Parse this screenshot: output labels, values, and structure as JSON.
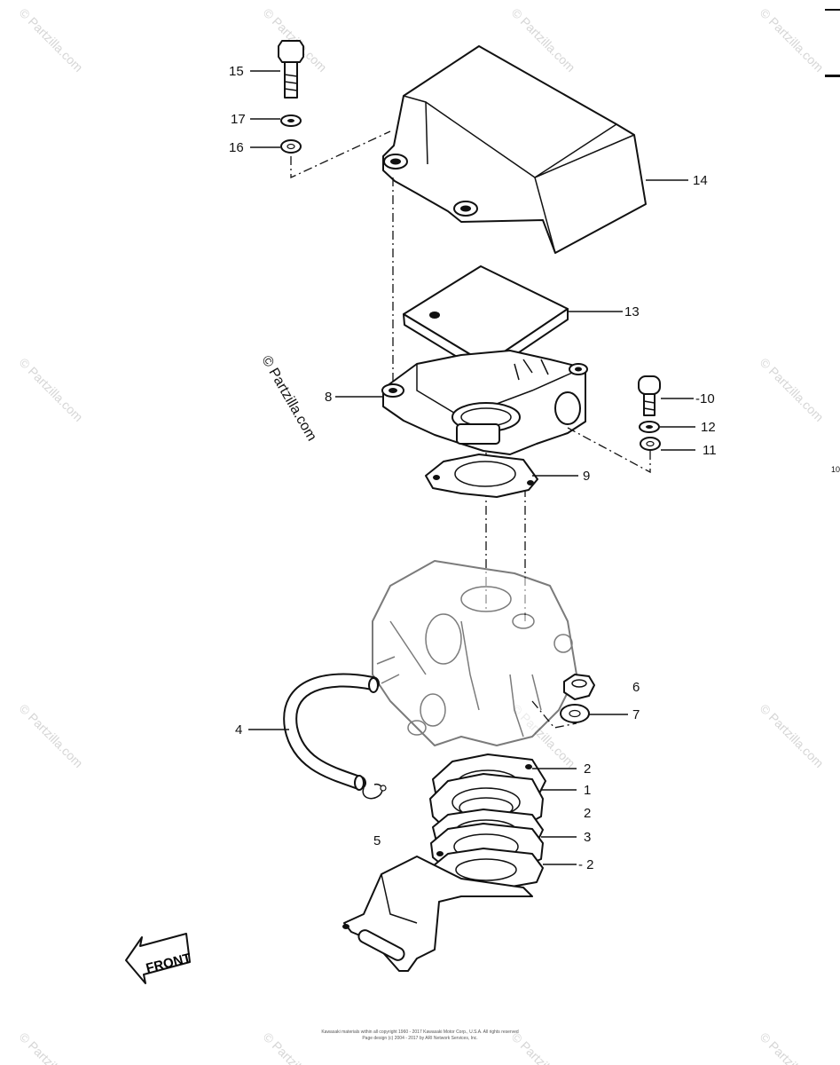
{
  "diagram": {
    "callouts": [
      {
        "id": "c15",
        "label": "15"
      },
      {
        "id": "c17",
        "label": "17"
      },
      {
        "id": "c16",
        "label": "16"
      },
      {
        "id": "c14",
        "label": "14"
      },
      {
        "id": "c13",
        "label": "13"
      },
      {
        "id": "c8",
        "label": "8"
      },
      {
        "id": "c10",
        "label": "-10"
      },
      {
        "id": "c12",
        "label": "12"
      },
      {
        "id": "c11",
        "label": "11"
      },
      {
        "id": "c9",
        "label": "9"
      },
      {
        "id": "c6",
        "label": "6"
      },
      {
        "id": "c7",
        "label": "7"
      },
      {
        "id": "c4",
        "label": "4"
      },
      {
        "id": "c2a",
        "label": "2"
      },
      {
        "id": "c1",
        "label": "1"
      },
      {
        "id": "c2b",
        "label": "2"
      },
      {
        "id": "c5",
        "label": "5"
      },
      {
        "id": "c3",
        "label": "3"
      },
      {
        "id": "c2c",
        "label": "- 2"
      }
    ],
    "front_label": "FRONT",
    "side_label": "10"
  },
  "watermark": {
    "text": "© Partzilla.com"
  },
  "footer": {
    "line1": "Kawasaki materials within all copyright 1960 - 2017  Kawasaki Motor Corp., U.S.A.  All rights reserved",
    "line2": "Page design (c) 2004 - 2017 by ARI Network Services, Inc."
  }
}
